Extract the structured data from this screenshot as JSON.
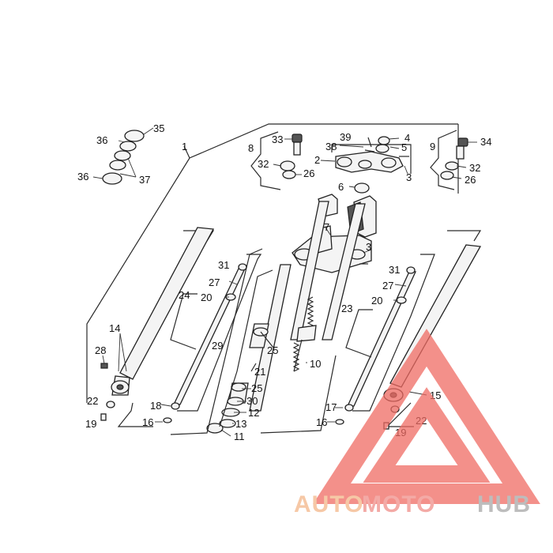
{
  "part_numbers": [
    "1",
    "2",
    "3",
    "3",
    "4",
    "5",
    "6",
    "7",
    "8",
    "9",
    "10",
    "11",
    "12",
    "13",
    "14",
    "15",
    "16",
    "16",
    "17",
    "18",
    "19",
    "19",
    "20",
    "20",
    "21",
    "22",
    "22",
    "23",
    "24",
    "25",
    "25",
    "26",
    "26",
    "27",
    "27",
    "28",
    "29",
    "30",
    "31",
    "31",
    "32",
    "32",
    "33",
    "34",
    "35",
    "36",
    "36",
    "37",
    "38",
    "39"
  ],
  "watermark": {
    "part1": "AUTO",
    "part2": "MOTO",
    "part3": "HUB",
    "color1": "#f6c8a6",
    "color2": "#f3aaa6",
    "color3": "#bdbdbd",
    "triangle_color": "#ef6b63"
  }
}
